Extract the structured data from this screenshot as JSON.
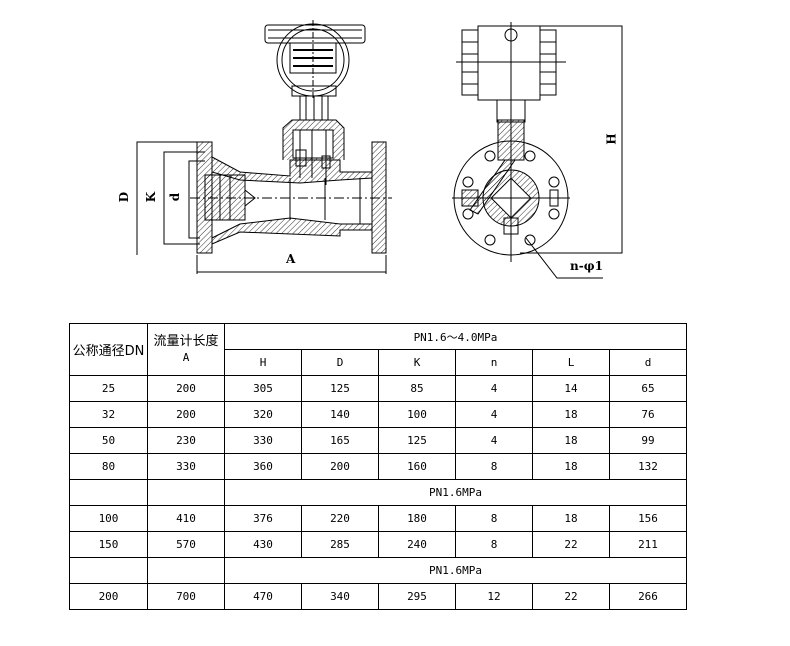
{
  "drawing": {
    "labels": {
      "D": "D",
      "K": "K",
      "d": "d",
      "A": "A",
      "H": "H",
      "holes": "n-φ1"
    }
  },
  "table": {
    "header": {
      "dn": "公称通径DN",
      "length_line1": "流量计长度",
      "length_line2": "A",
      "pressure_group": "PN1.6～4.0MPa",
      "columns": [
        "H",
        "D",
        "K",
        "n",
        "L",
        "d"
      ]
    },
    "rows": [
      {
        "dn": "25",
        "a": "200",
        "vals": [
          "305",
          "125",
          "85",
          "4",
          "14",
          "65"
        ]
      },
      {
        "dn": "32",
        "a": "200",
        "vals": [
          "320",
          "140",
          "100",
          "4",
          "18",
          "76"
        ]
      },
      {
        "dn": "50",
        "a": "230",
        "vals": [
          "330",
          "165",
          "125",
          "4",
          "18",
          "99"
        ]
      },
      {
        "dn": "80",
        "a": "330",
        "vals": [
          "360",
          "200",
          "160",
          "8",
          "18",
          "132"
        ]
      }
    ],
    "group2_label": "PN1.6MPa",
    "rows2": [
      {
        "dn": "100",
        "a": "410",
        "vals": [
          "376",
          "220",
          "180",
          "8",
          "18",
          "156"
        ]
      },
      {
        "dn": "150",
        "a": "570",
        "vals": [
          "430",
          "285",
          "240",
          "8",
          "22",
          "211"
        ]
      }
    ],
    "group3_label": "PN1.6MPa",
    "rows3": [
      {
        "dn": "200",
        "a": "700",
        "vals": [
          "470",
          "340",
          "295",
          "12",
          "22",
          "266"
        ]
      }
    ]
  }
}
